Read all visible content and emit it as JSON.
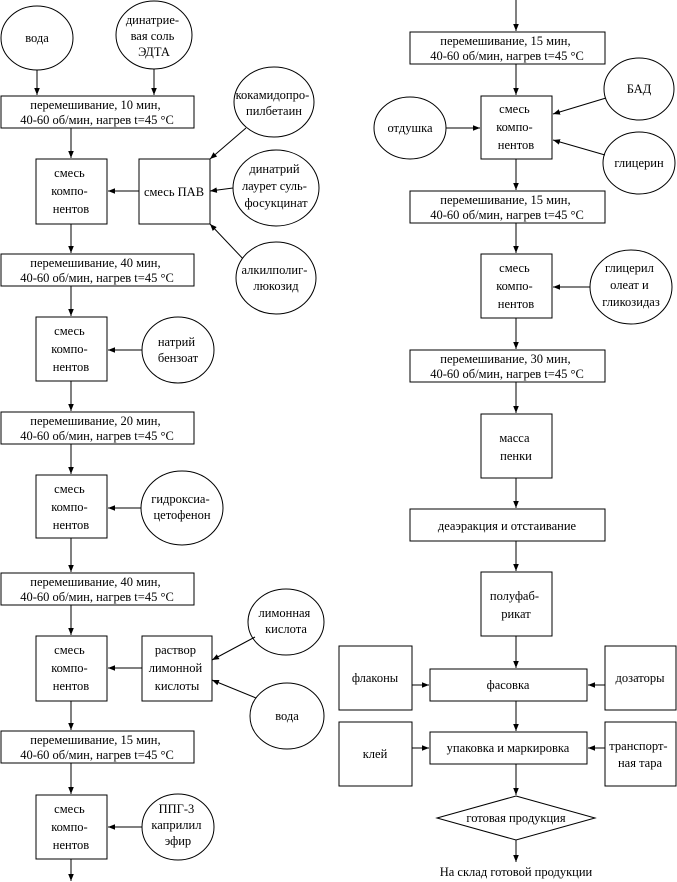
{
  "nodes": {
    "voda1": [
      "вода"
    ],
    "edta": [
      "динатрие-",
      "вая соль",
      "ЭДТА"
    ],
    "mix10": [
      "перемешивание, 10 мин,",
      "40-60 об/мин, нагрев t=45 °С"
    ],
    "koka": [
      "кокамидопро-",
      "пилбетаин"
    ],
    "mixA": [
      "смесь",
      "компо-",
      "нентов"
    ],
    "pav": [
      "смесь ПАВ"
    ],
    "dinatr": [
      "динатрий",
      "лаурет суль-",
      "фосукцинат"
    ],
    "mix40a": [
      "перемешивание, 40 мин,",
      "40-60 об/мин, нагрев t=45 °С"
    ],
    "alkil": [
      "алкилполиг-",
      "люкозид"
    ],
    "mixB": [
      "смесь",
      "компо-",
      "нентов"
    ],
    "natr": [
      "натрий",
      "бензоат"
    ],
    "mix20": [
      "перемешивание, 20 мин,",
      "40-60 об/мин, нагрев t=45 °С"
    ],
    "mixC": [
      "смесь",
      "компо-",
      "нентов"
    ],
    "gidr": [
      "гидроксиа-",
      "цетофенон"
    ],
    "mix40b": [
      "перемешивание, 40 мин,",
      "40-60 об/мин, нагрев t=45 °С"
    ],
    "limk": [
      "лимонная",
      "кислота"
    ],
    "mixD": [
      "смесь",
      "компо-",
      "нентов"
    ],
    "rastvor": [
      "раствор",
      "лимонной",
      "кислоты"
    ],
    "voda2": [
      "вода"
    ],
    "mix15a": [
      "перемешивание, 15 мин,",
      "40-60 об/мин, нагрев t=45 °С"
    ],
    "mixE": [
      "смесь",
      "компо-",
      "нентов"
    ],
    "ppg": [
      "ППГ-3",
      "каприлил",
      "эфир"
    ],
    "mix15b": [
      "перемешивание, 15 мин,",
      "40-60 об/мин, нагрев t=45 °С"
    ],
    "bad": [
      "БАД"
    ],
    "otd": [
      "отдушка"
    ],
    "mixF": [
      "смесь",
      "компо-",
      "нентов"
    ],
    "glic": [
      "глицерин"
    ],
    "mix15c": [
      "перемешивание, 15 мин,",
      "40-60 об/мин, нагрев t=45 °С"
    ],
    "mixG": [
      "смесь",
      "компо-",
      "нентов"
    ],
    "glol": [
      "глицерил",
      "олеат и",
      "гликозидаз"
    ],
    "mix30": [
      "перемешивание, 30 мин,",
      "40-60 об/мин, нагрев t=45 °С"
    ],
    "massa": [
      "масса",
      "пенки"
    ],
    "deaer": [
      "деаэракция и отстаивание"
    ],
    "polu": [
      "полуфаб-",
      "рикат"
    ],
    "flak": [
      "флаконы"
    ],
    "fas": [
      "фасовка"
    ],
    "doz": [
      "дозаторы"
    ],
    "klei": [
      "клей"
    ],
    "upak": [
      "упаковка и маркировка"
    ],
    "trans": [
      "транспорт-",
      "ная тара"
    ],
    "gotov": [
      "готовая продукция"
    ],
    "sklad": [
      "На склад готовой продукции"
    ]
  }
}
